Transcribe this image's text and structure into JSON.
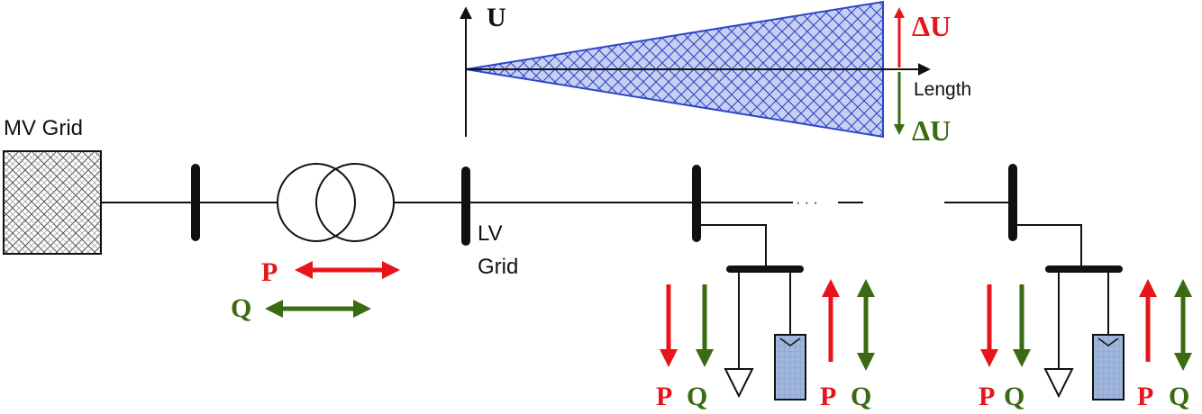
{
  "labels": {
    "mv_grid": "MV Grid",
    "lv_grid_line1": "LV",
    "lv_grid_line2": "Grid",
    "u_axis": "U",
    "length_axis": "Length",
    "delta_u_up": "ΔU",
    "delta_u_down": "ΔU",
    "p": "P",
    "q": "Q",
    "ellipsis": "· · ·"
  },
  "colors": {
    "p_arrow": "#e8141b",
    "q_arrow": "#3a6b12",
    "triangle_fill": "#b6c2ee",
    "triangle_edge": "#2d45c9",
    "pv_panel": "#9fb6dd",
    "line": "#111111"
  },
  "icons": {
    "mv_grid": "hatched-box-icon",
    "transformer": "transformer-icon",
    "load": "load-triangle-icon",
    "pv": "pv-panel-icon",
    "bus": "busbar-icon"
  }
}
